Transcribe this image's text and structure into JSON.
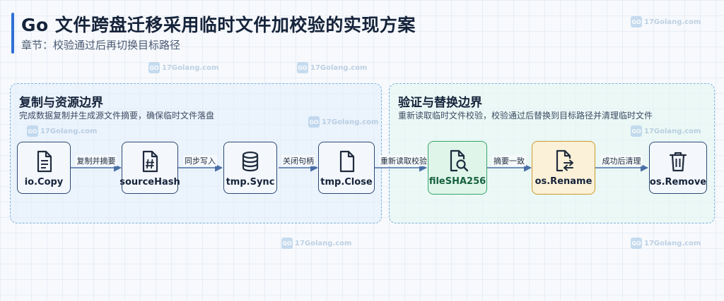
{
  "header": {
    "title": "Go 文件跨盘迁移采用临时文件加校验的实现方案",
    "subtitle": "章节：校验通过后再切换目标路径"
  },
  "groups": [
    {
      "title": "复制与资源边界",
      "description": "完成数据复制并生成源文件摘要，确保临时文件落盘"
    },
    {
      "title": "验证与替换边界",
      "description": "重新读取临时文件校验，校验通过后替换到目标路径并清理临时文件"
    }
  ],
  "nodes": [
    {
      "label": "io.Copy",
      "icon": "document-icon"
    },
    {
      "label": "sourceHash",
      "icon": "hash-file-icon"
    },
    {
      "label": "tmp.Sync",
      "icon": "database-icon"
    },
    {
      "label": "tmp.Close",
      "icon": "file-icon"
    },
    {
      "label": "fileSHA256",
      "icon": "file-search-icon"
    },
    {
      "label": "os.Rename",
      "icon": "file-swap-icon"
    },
    {
      "label": "os.Remove",
      "icon": "trash-icon"
    }
  ],
  "edges": [
    {
      "from": "io.Copy",
      "to": "sourceHash",
      "label": "复制并摘要"
    },
    {
      "from": "sourceHash",
      "to": "tmp.Sync",
      "label": "同步写入"
    },
    {
      "from": "tmp.Sync",
      "to": "tmp.Close",
      "label": "关闭句柄"
    },
    {
      "from": "tmp.Close",
      "to": "fileSHA256",
      "label": "重新读取校验"
    },
    {
      "from": "fileSHA256",
      "to": "os.Rename",
      "label": "摘要一致"
    },
    {
      "from": "os.Rename",
      "to": "os.Remove",
      "label": "成功后清理"
    }
  ],
  "colors": {
    "accent": "#2f6fd6",
    "node_border": "#2b4a75",
    "verify_node": "#38a56a",
    "rename_node": "#c99a2b",
    "edge": "#4a6fa5"
  },
  "watermark": {
    "logo": "GO",
    "text": "17Golang.com"
  }
}
